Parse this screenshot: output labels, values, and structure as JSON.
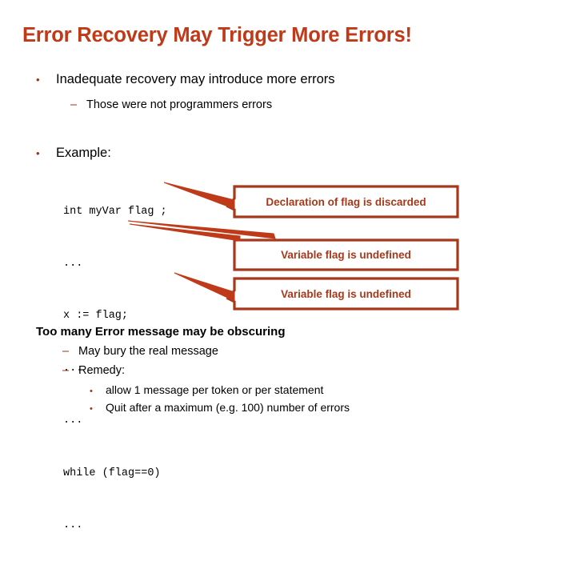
{
  "slide": {
    "title": "Error Recovery May Trigger More Errors!",
    "title_color": "#bf3a19",
    "accent_color": "#a8381c",
    "bullet_color": "#99341a",
    "background": "#ffffff"
  },
  "bullets": {
    "b1": {
      "marker": "•",
      "text": "Inadequate recovery may introduce more errors"
    },
    "b1_sub": {
      "marker": "–",
      "text": "Those were not programmers errors"
    },
    "b2": {
      "marker": "•",
      "text": "Example:"
    }
  },
  "code": {
    "lines": [
      "int myVar flag ;",
      "...",
      "x := flag;",
      "...",
      "...",
      "while (flag==0)",
      "..."
    ]
  },
  "callouts": [
    {
      "label": "Declaration of flag is discarded"
    },
    {
      "label": "Variable flag is undefined"
    },
    {
      "label": "Variable flag is undefined"
    }
  ],
  "footer": {
    "heading": "Too many Error message may be obscuring",
    "items": [
      {
        "marker": "–",
        "text": "May bury the real message"
      },
      {
        "marker": "–",
        "text": "Remedy:"
      },
      {
        "marker": "•",
        "text": "allow 1 message per token or per statement"
      },
      {
        "marker": "•",
        "text": "Quit after a maximum (e.g. 100) number of errors"
      }
    ]
  }
}
